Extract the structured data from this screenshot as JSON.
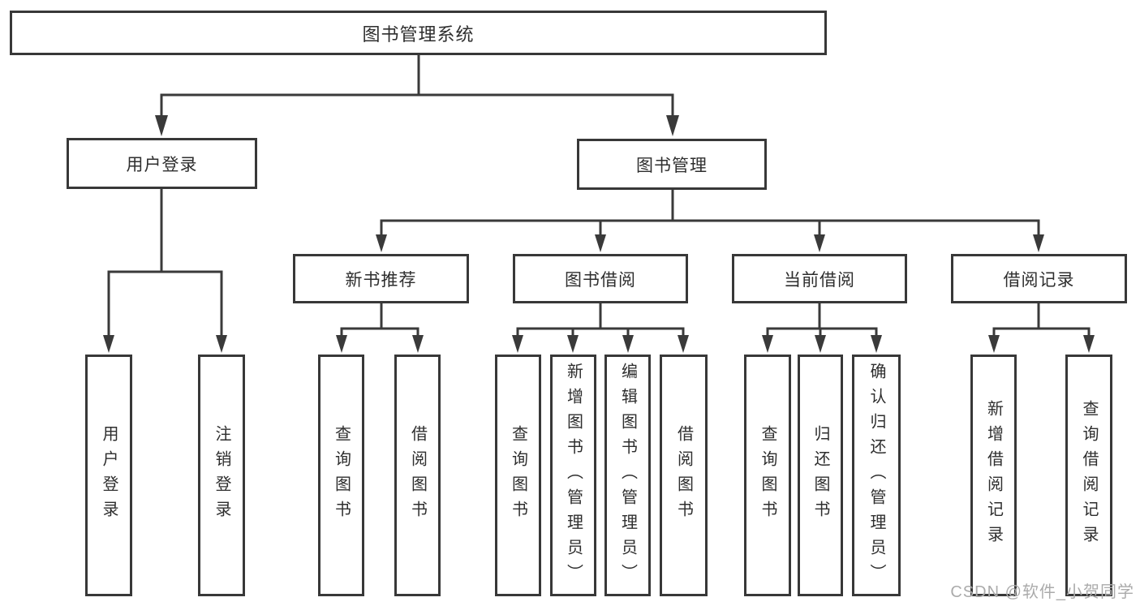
{
  "tree": {
    "label": "图书管理系统",
    "children": [
      {
        "label": "用户登录",
        "children": [
          {
            "label": "用户登录"
          },
          {
            "label": "注销登录"
          }
        ]
      },
      {
        "label": "图书管理",
        "children": [
          {
            "label": "新书推荐",
            "children": [
              {
                "label": "查询图书"
              },
              {
                "label": "借阅图书"
              }
            ]
          },
          {
            "label": "图书借阅",
            "children": [
              {
                "label": "查询图书"
              },
              {
                "label": "新增图书（管理员）"
              },
              {
                "label": "编辑图书（管理员）"
              },
              {
                "label": "借阅图书"
              }
            ]
          },
          {
            "label": "当前借阅",
            "children": [
              {
                "label": "查询图书"
              },
              {
                "label": "归还图书"
              },
              {
                "label": "确认归还（管理员）"
              }
            ]
          },
          {
            "label": "借阅记录",
            "children": [
              {
                "label": "新增借阅记录"
              },
              {
                "label": "查询借阅记录"
              }
            ]
          }
        ]
      }
    ]
  },
  "watermark": "CSDN @软件_小贺同学",
  "colors": {
    "line": "#3a3a3a",
    "box_border": "#383838",
    "text": "#2e2e2e",
    "watermark": "#ababab",
    "background": "#ffffff"
  }
}
